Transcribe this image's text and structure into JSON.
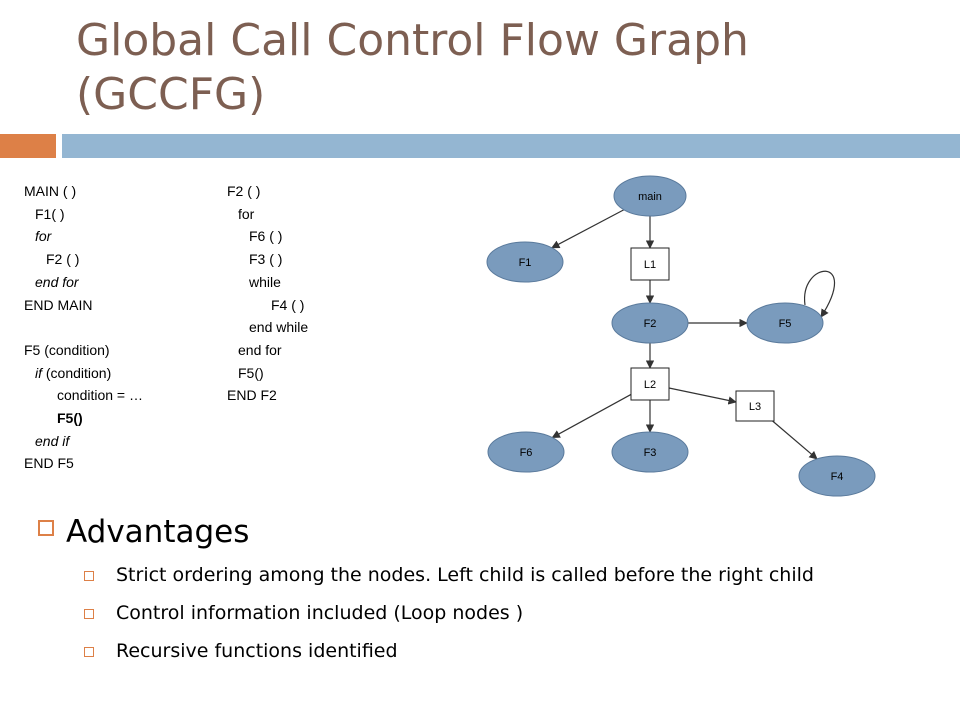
{
  "slide": {
    "title": "Global Call Control Flow Graph (GCCFG)"
  },
  "code_left": [
    {
      "text": "MAIN ( )",
      "indent": 0,
      "style": ""
    },
    {
      "text": "F1( )",
      "indent": 1,
      "style": ""
    },
    {
      "text": "for",
      "indent": 1,
      "style": "it"
    },
    {
      "text": "F2 ( )",
      "indent": 2,
      "style": ""
    },
    {
      "text": "end for",
      "indent": 1,
      "style": "it"
    },
    {
      "text": "END MAIN",
      "indent": 0,
      "style": ""
    },
    {
      "text": "",
      "indent": 0,
      "style": ""
    },
    {
      "text": "F5 (condition)",
      "indent": 0,
      "style": ""
    },
    {
      "text": "if (condition)",
      "indent": 1,
      "style": "if"
    },
    {
      "text": "condition = …",
      "indent": 3,
      "style": ""
    },
    {
      "text": "F5()",
      "indent": 3,
      "style": "b"
    },
    {
      "text": "end if",
      "indent": 1,
      "style": "it"
    },
    {
      "text": "END F5",
      "indent": 0,
      "style": ""
    }
  ],
  "code_right": [
    {
      "text": "F2 ( )",
      "indent": 0
    },
    {
      "text": "for",
      "indent": 1
    },
    {
      "text": "F6 ( )",
      "indent": 2
    },
    {
      "text": "F3 ( )",
      "indent": 2
    },
    {
      "text": "while",
      "indent": 2
    },
    {
      "text": "F4 ( )",
      "indent": 4
    },
    {
      "text": "end while",
      "indent": 2
    },
    {
      "text": "end for",
      "indent": 1
    },
    {
      "text": "F5()",
      "indent": 1
    },
    {
      "text": "END F2",
      "indent": 0
    }
  ],
  "graph": {
    "nodes": [
      {
        "id": "main",
        "label": "main",
        "shape": "ellipse"
      },
      {
        "id": "F1",
        "label": "F1",
        "shape": "ellipse"
      },
      {
        "id": "L1",
        "label": "L1",
        "shape": "rect"
      },
      {
        "id": "F2",
        "label": "F2",
        "shape": "ellipse"
      },
      {
        "id": "F5",
        "label": "F5",
        "shape": "ellipse"
      },
      {
        "id": "L2",
        "label": "L2",
        "shape": "rect"
      },
      {
        "id": "L3",
        "label": "L3",
        "shape": "rect"
      },
      {
        "id": "F6",
        "label": "F6",
        "shape": "ellipse"
      },
      {
        "id": "F3",
        "label": "F3",
        "shape": "ellipse"
      },
      {
        "id": "F4",
        "label": "F4",
        "shape": "ellipse"
      }
    ],
    "edges": [
      {
        "from": "main",
        "to": "F1"
      },
      {
        "from": "main",
        "to": "L1"
      },
      {
        "from": "L1",
        "to": "F2"
      },
      {
        "from": "F2",
        "to": "F5"
      },
      {
        "from": "F5",
        "to": "F5"
      },
      {
        "from": "F2",
        "to": "L2"
      },
      {
        "from": "L2",
        "to": "F6"
      },
      {
        "from": "L2",
        "to": "F3"
      },
      {
        "from": "L2",
        "to": "L3"
      },
      {
        "from": "L3",
        "to": "F4"
      }
    ],
    "colors": {
      "node_fill": "#7a9bbd",
      "accent": "#dd8047",
      "title": "#7d5f52"
    }
  },
  "advantages": {
    "heading": "Advantages",
    "items": [
      "Strict ordering among the nodes.  Left child is called before the right child",
      "Control information included (Loop nodes )",
      "Recursive functions identified"
    ]
  }
}
